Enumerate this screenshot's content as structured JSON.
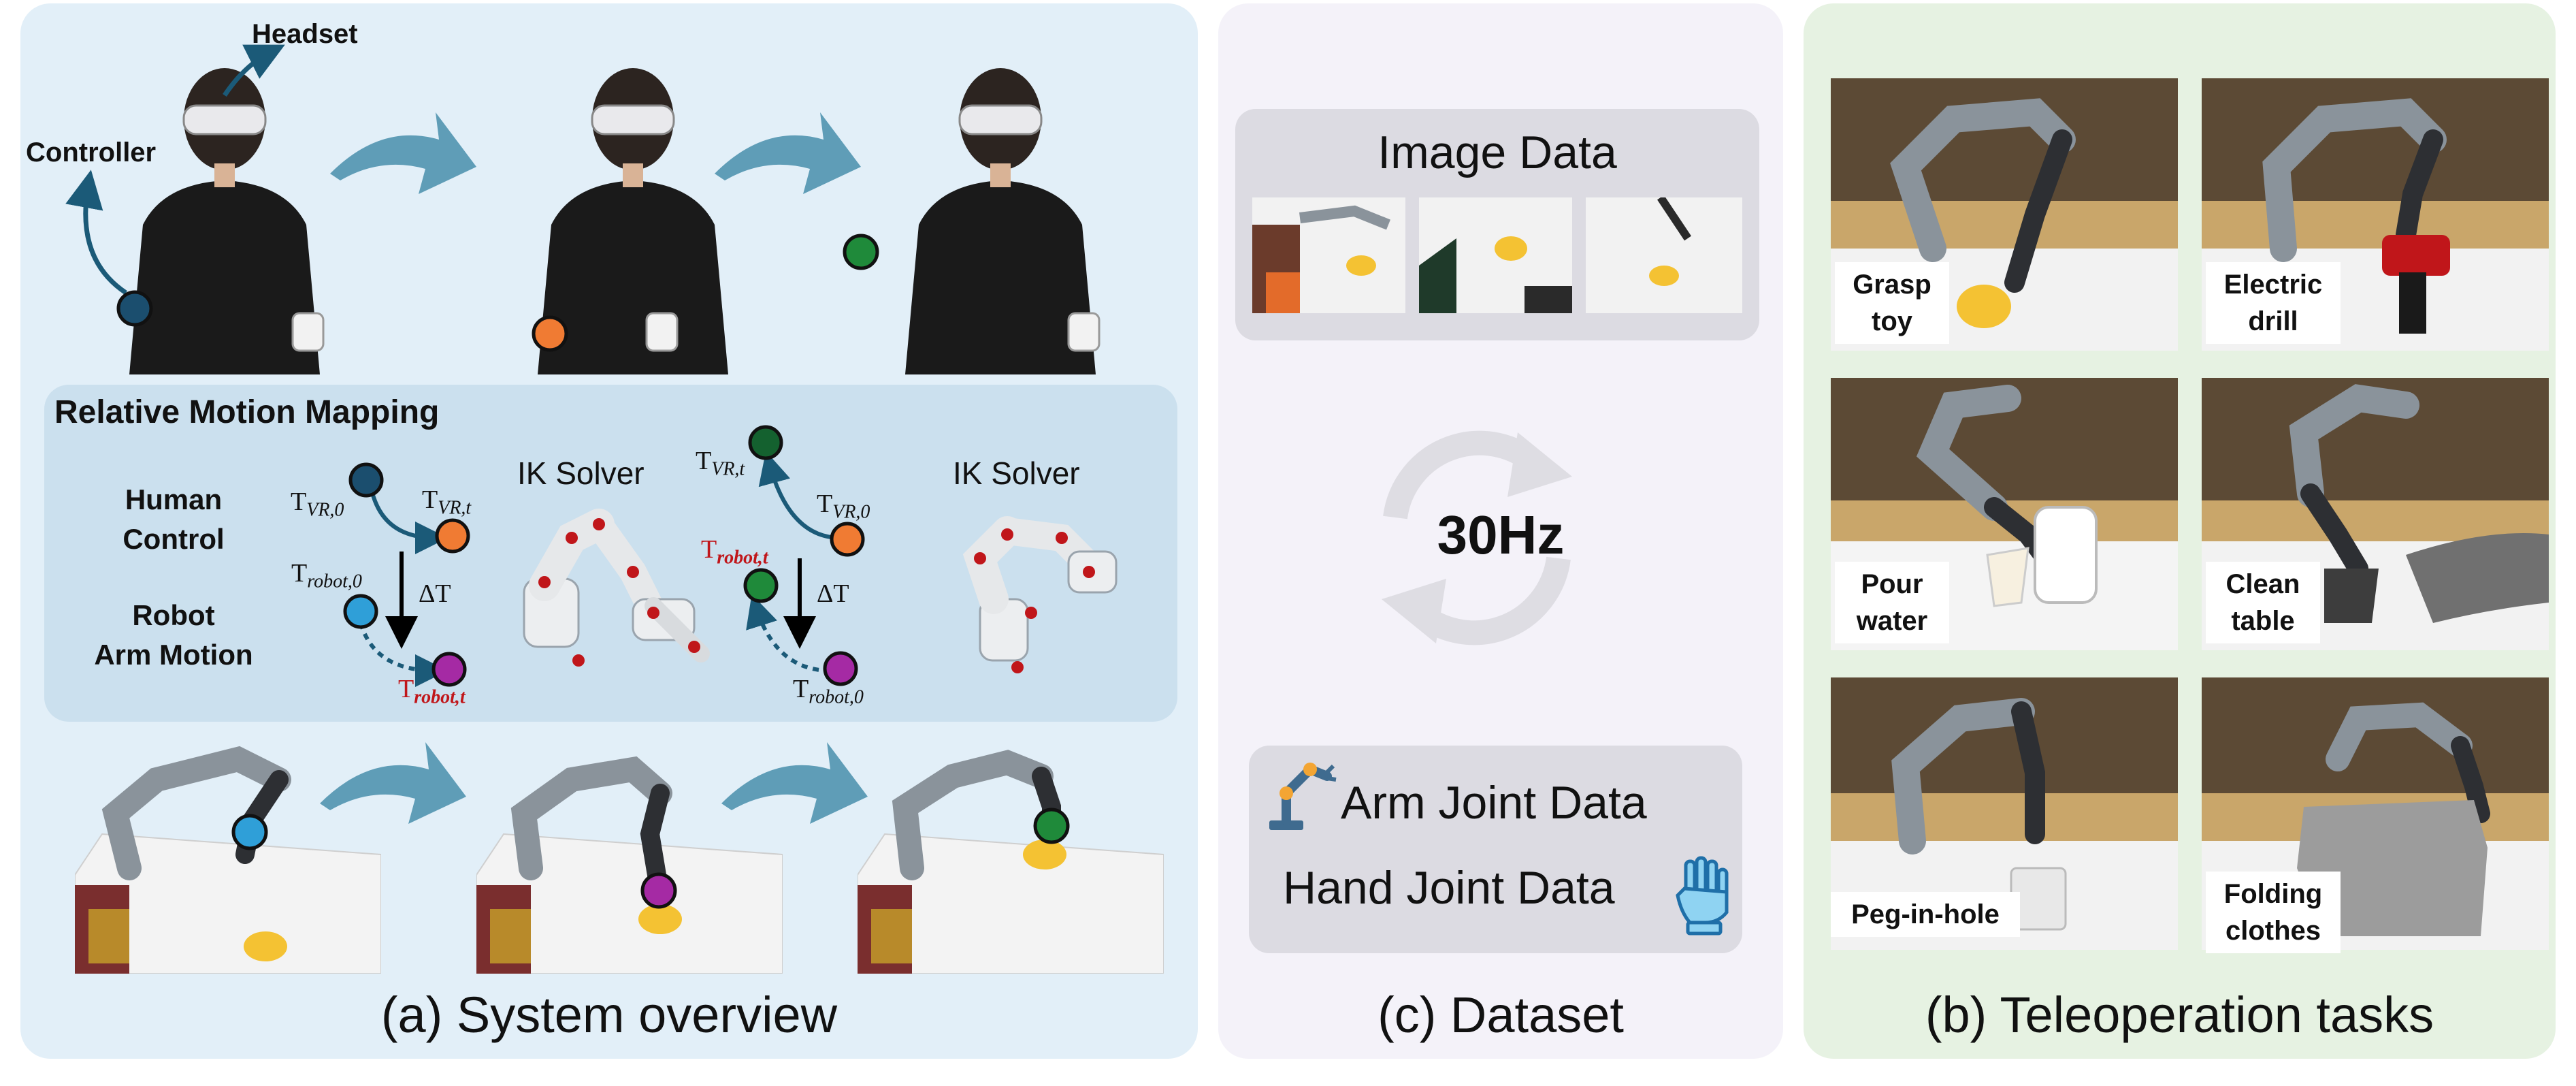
{
  "overview": {
    "caption": "(a) System overview",
    "headset_label": "Headset",
    "controller_label": "Controller",
    "mapping": {
      "title": "Relative Motion Mapping",
      "human_control": [
        "Human",
        "Control"
      ],
      "robot_arm_motion": [
        "Robot",
        "Arm  Motion"
      ],
      "ik_solver_1": "IK Solver",
      "ik_solver_2": "IK Solver",
      "t_vr_0": "T",
      "t_vr_0_sub": "VR,0",
      "t_vr_t": "T",
      "t_vr_t_sub": "VR,t",
      "t_robot_0": "T",
      "t_robot_0_sub": "robot,0",
      "t_robot_t": "T",
      "t_robot_t_sub": "robot,t",
      "delta_t": "ΔT"
    }
  },
  "dataset": {
    "caption": "(c) Dataset",
    "image_data_title": "Image Data",
    "rate": "30Hz",
    "arm_joint": "Arm Joint Data",
    "hand_joint": "Hand Joint Data"
  },
  "tasks": {
    "caption": "(b) Teleoperation tasks",
    "items": [
      [
        "Grasp",
        "toy"
      ],
      [
        "Electric",
        "drill"
      ],
      [
        "Pour",
        "water"
      ],
      [
        "Clean",
        "table"
      ],
      [
        "Peg-in-hole"
      ],
      [
        "Folding",
        "clothes"
      ]
    ]
  },
  "colors": {
    "overview_bg": "#e2eff8",
    "mapping_bg": "#cbe0ee",
    "dataset_bg": "#f4f2f9",
    "tasks_bg": "#e6f2e2",
    "arrow": "#5f9db7",
    "dot_blue": "#2f9fd8",
    "dot_orange": "#f07b33",
    "dot_green": "#1f8a3a",
    "dot_purple": "#a52aa4",
    "dot_navy": "#1b4e6e",
    "dot_darkgreen": "#14612f",
    "robot_red": "#c0161a"
  }
}
